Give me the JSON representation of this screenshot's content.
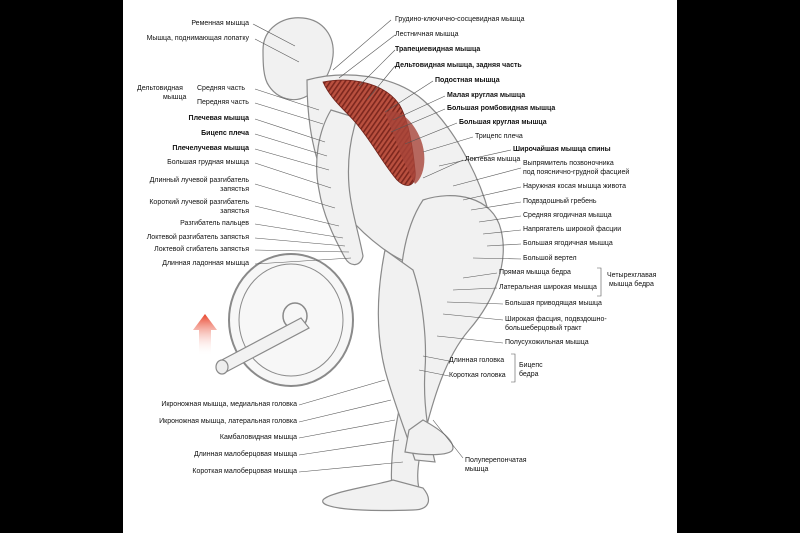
{
  "labels": {
    "l1": "Ременная мышца",
    "l2": "Мышца, поднимающая лопатку",
    "l3a": "Дельтовидная",
    "l3b": "мышца",
    "l4": "Средняя часть",
    "l5": "Передняя часть",
    "l6": "Плечевая мышца",
    "l7": "Бицепс плеча",
    "l8": "Плечелучевая мышца",
    "l9": "Большая грудная мышца",
    "l10a": "Длинный лучевой разгибатель",
    "l10b": "запястья",
    "l11a": "Короткий лучевой разгибатель",
    "l11b": "запястья",
    "l12": "Разгибатель пальцев",
    "l13": "Локтевой разгибатель запястья",
    "l14": "Локтевой сгибатель запястья",
    "l15": "Длинная ладонная мышца",
    "l16": "Икроножная мышца, медиальная головка",
    "l17": "Икроножная мышца, латеральная головка",
    "l18": "Камбаловидная мышца",
    "l19": "Длинная малоберцовая мышца",
    "l20": "Короткая малоберцовая мышца",
    "r1": "Грудино-ключично-сосцевидная мышца",
    "r2": "Лестничная мышца",
    "r3": "Трапециевидная мышца",
    "r4": "Дельтовидная мышца, задняя часть",
    "r5": "Подостная мышца",
    "r6": "Малая круглая мышца",
    "r7": "Большая ромбовидная мышца",
    "r8": "Большая круглая мышца",
    "r9": "Трицепс плеча",
    "r10": "Широчайшая мышца спины",
    "r11": "Локтевая мышца",
    "r12a": "Выпрямитель позвоночника",
    "r12b": "под пояснично-грудной фасцией",
    "r13": "Наружная косая мышца живота",
    "r14": "Подвздошный гребень",
    "r15": "Средняя ягодичная мышца",
    "r16": "Напрягатель широкой фасции",
    "r17": "Большая ягодичная мышца",
    "r18": "Большой вертел",
    "r19": "Прямая мышца бедра",
    "r20": "Латеральная широкая мышца",
    "r21a": "Четырехглавая",
    "r21b": "мышца бедра",
    "r22": "Большая приводящая мышца",
    "r23a": "Широкая фасция, подвздошно-",
    "r23b": "большеберцовый тракт",
    "r24": "Полусухожильная мышца",
    "r25": "Длинная головка",
    "r26": "Короткая головка",
    "r27a": "Бицепс",
    "r27b": "бедра",
    "r28a": "Полуперепончатая",
    "r28b": "мышца"
  },
  "colors": {
    "muscle_red": "#9c3a2e",
    "arrow": "#e8432a",
    "line": "#555555",
    "outline": "#8a8a8a"
  },
  "icons": {
    "arrow": "up-arrow-icon"
  }
}
